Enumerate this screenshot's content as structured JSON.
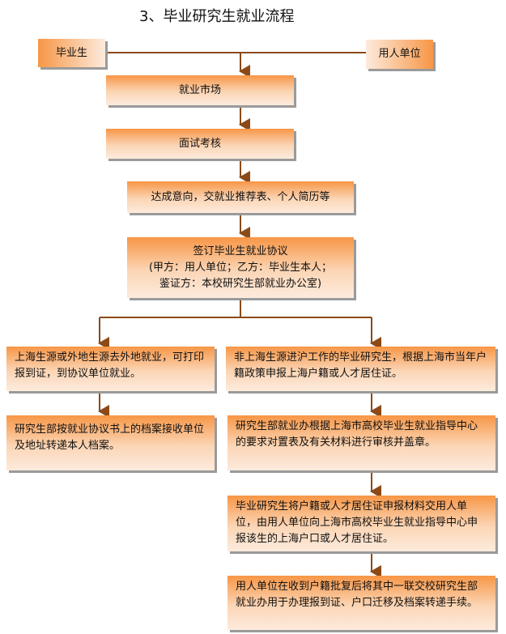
{
  "title": "3、毕业研究生就业流程",
  "nodes": {
    "graduate": "毕业生",
    "employer": "用人单位",
    "job_market": "就业市场",
    "interview": "面试考核",
    "intent": "达成意向，交就业推荐表、个人简历等",
    "agreement_line1": "签订毕业生就业协议",
    "agreement_line2": "(甲方：用人单位；乙方：毕业生本人；",
    "agreement_line3": "鉴证方：本校研究生部就业办公室)",
    "left1": "上海生源或外地生源去外地就业，可打印报到证，到协议单位就业。",
    "left2": "研究生部按就业协议书上的档案接收单位及地址转递本人档案。",
    "right1": "非上海生源进沪工作的毕业研究生，根据上海市当年户籍政策申报上海户籍或人才居住证。",
    "right2": "研究生部就业办根据上海市高校毕业生就业指导中心的要求对置表及有关材料进行审核并盖章。",
    "right3": "毕业研究生将户籍或人才居住证申报材料交用人单位，由用人单位向上海市高校毕业生就业指导中心申报该生的上海户口或人才居住证。",
    "right4": "用人单位在收到户籍批复后将其中一联交校研究生部就业办用于办理报到证、户口迁移及档案转递手续。"
  },
  "colors": {
    "line": "#8B4A17",
    "box_dark": "#F79646",
    "box_light": "#FDEBDD"
  }
}
